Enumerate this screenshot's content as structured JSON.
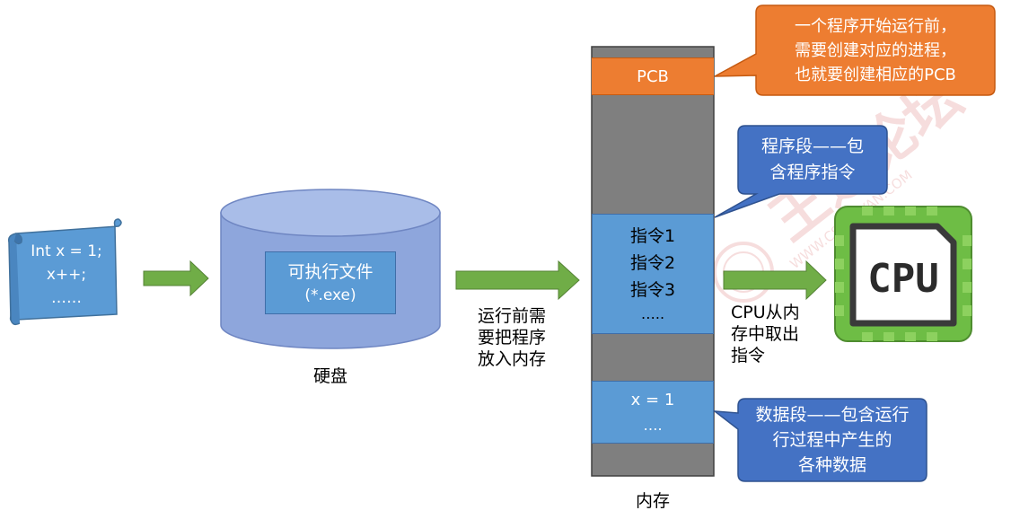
{
  "source_code": {
    "lines": [
      "Int x = 1;",
      "x++;",
      "……"
    ]
  },
  "disk": {
    "file_label": "可执行文件",
    "file_ext": "(*.exe)",
    "caption": "硬盘"
  },
  "load_note": {
    "lines": [
      "运行前需",
      "要把程序",
      "放入内存"
    ]
  },
  "memory": {
    "caption": "内存",
    "pcb": "PCB",
    "instructions": [
      "指令1",
      "指令2",
      "指令3",
      "….."
    ],
    "data": [
      "x = 1",
      "…."
    ]
  },
  "cpu": {
    "label": "CPU",
    "note_lines": [
      "CPU从内",
      "存中取出",
      "指令"
    ]
  },
  "callouts": {
    "pcb_note": [
      "一个程序开始运行前，",
      "需要创建对应的进程，",
      "也就要创建相应的PCB"
    ],
    "code_segment": [
      "程序段——包",
      "含程序指令"
    ],
    "data_segment": [
      "数据段——包含运行",
      "行过程中产生的",
      "各种数据"
    ]
  },
  "watermark": {
    "text": "王道论坛",
    "url": "WWW.CSKAOYAN.COM"
  },
  "colors": {
    "blue_fill": "#5b9bd5",
    "disk_fill": "#8ea6dc",
    "orange": "#ed7d31",
    "gray": "#7f7f7f",
    "arrow_green": "#70ad47",
    "callout_blue": "#4472c4",
    "cpu_green": "#6ebd45"
  }
}
